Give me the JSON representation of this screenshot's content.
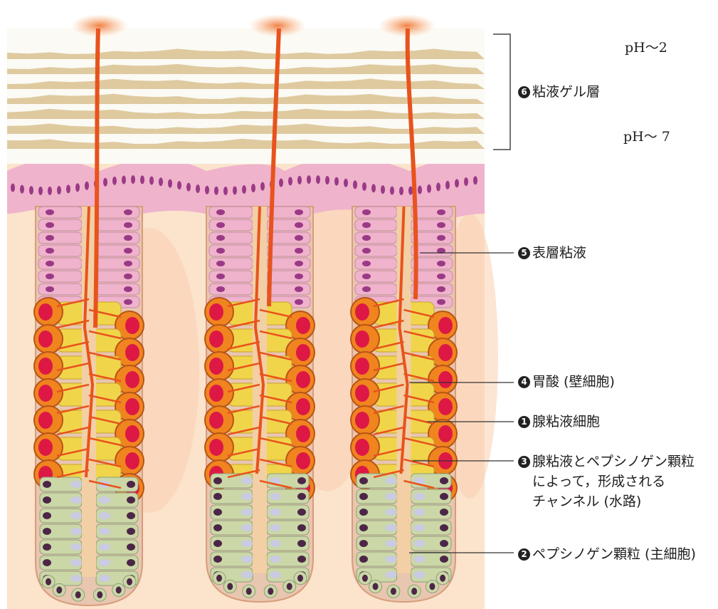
{
  "ph_top": "pH〜2",
  "ph_bottom": "pH〜 7",
  "labels": {
    "l6": {
      "num": "6",
      "text": "粘液ゲル層"
    },
    "l5": {
      "num": "5",
      "text": "表層粘液"
    },
    "l4": {
      "num": "4",
      "text": "胃酸 (壁細胞)"
    },
    "l1": {
      "num": "1",
      "text": "腺粘液細胞"
    },
    "l3": {
      "num": "3",
      "text": "腺粘液とペプシノゲン顆粒",
      "line2": "によって，形成される",
      "line3": "チャンネル (水路)"
    },
    "l2": {
      "num": "2",
      "text": "ペプシノゲン顆粒 (主細胞)"
    }
  },
  "colors": {
    "background": "#fbe3cc",
    "mucus_white": "#fbfaf4",
    "mucus_band": "#d9c191",
    "surface_cell": "#efb3cc",
    "surface_nucleus": "#9a3a86",
    "parietal_cell": "#f0841f",
    "parietal_nucleus": "#dd1845",
    "mucous_neck_cell": "#f0d54a",
    "chief_cell": "#ccd7a7",
    "chief_nucleus": "#4c2647",
    "channel": "#e8531d"
  }
}
